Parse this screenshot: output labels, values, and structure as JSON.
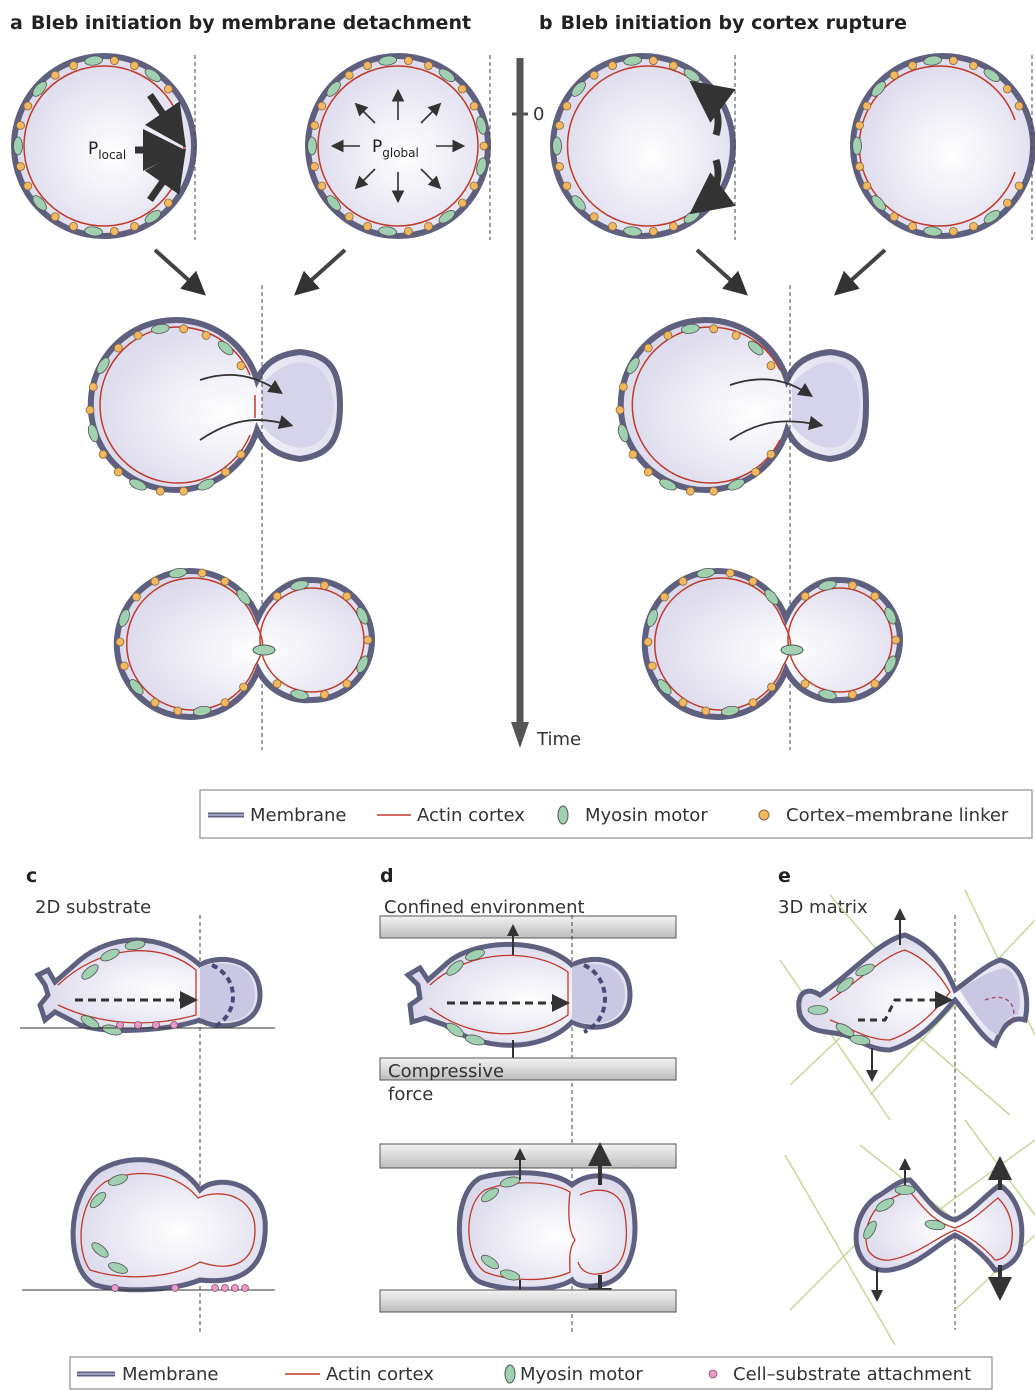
{
  "panel_a": {
    "letter": "a",
    "title": "Bleb initiation by membrane detachment",
    "p_local_main": "P",
    "p_local_sub": "local",
    "p_global_main": "P",
    "p_global_sub": "global"
  },
  "panel_b": {
    "letter": "b",
    "title": "Bleb initiation by cortex rupture"
  },
  "timeline": {
    "zero": "0",
    "label": "Time"
  },
  "legend_top": {
    "membrane": "Membrane",
    "actin": "Actin cortex",
    "myosin": "Myosin motor",
    "linker": "Cortex–membrane linker"
  },
  "panel_c": {
    "letter": "c",
    "label": "2D substrate"
  },
  "panel_d": {
    "letter": "d",
    "label": "Confined environment",
    "force_line1": "Compressive",
    "force_line2": "force"
  },
  "panel_e": {
    "letter": "e",
    "label": "3D matrix"
  },
  "legend_bottom": {
    "membrane": "Membrane",
    "actin": "Actin cortex",
    "myosin": "Myosin motor",
    "attachment": "Cell–substrate attachment"
  },
  "colors": {
    "membrane": "#5f6080",
    "membrane_fill": "#b6b4d6",
    "cell_fill": "#e3e1f0",
    "actin": "#c0392b",
    "myosin": "#9fd0b0",
    "linker": "#f2b860",
    "attachment": "#e59ac8",
    "matrix": "#c7d89a",
    "arrow": "#333333"
  }
}
